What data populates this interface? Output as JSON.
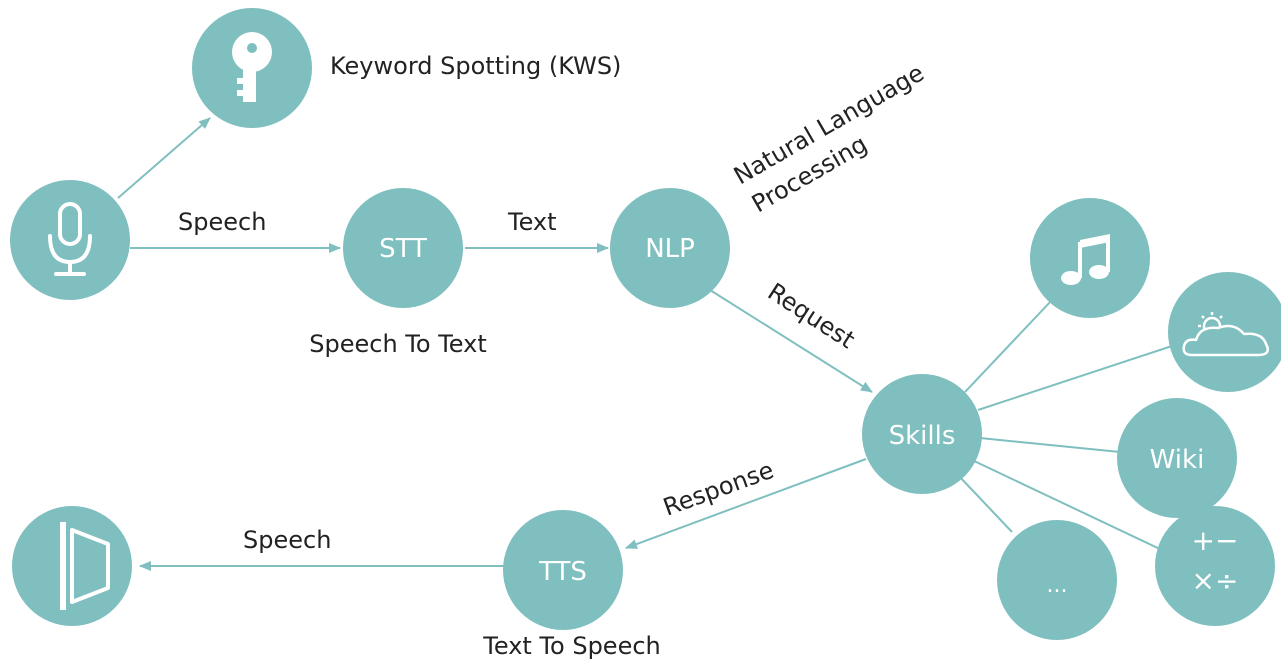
{
  "nodes": {
    "stt": "STT",
    "nlp": "NLP",
    "skills": "Skills",
    "tts": "TTS",
    "wiki": "Wiki",
    "more": "...",
    "math_top": "+−",
    "math_bottom": "×÷"
  },
  "labels": {
    "kws": "Keyword Spotting (KWS)",
    "speech_in": "Speech",
    "text": "Text",
    "stt_caption": "Speech To Text",
    "nlp_line1": "Natural Language",
    "nlp_line2": "Processing",
    "request": "Request",
    "response": "Response",
    "speech_out": "Speech",
    "tts_caption": "Text To Speech"
  },
  "icons": {
    "kws": "key-icon",
    "input": "microphone-icon",
    "output": "speaker-icon",
    "music": "music-note-icon",
    "weather": "weather-cloud-icon"
  },
  "colors": {
    "node": "#7fbfbf",
    "text": "#222222"
  }
}
